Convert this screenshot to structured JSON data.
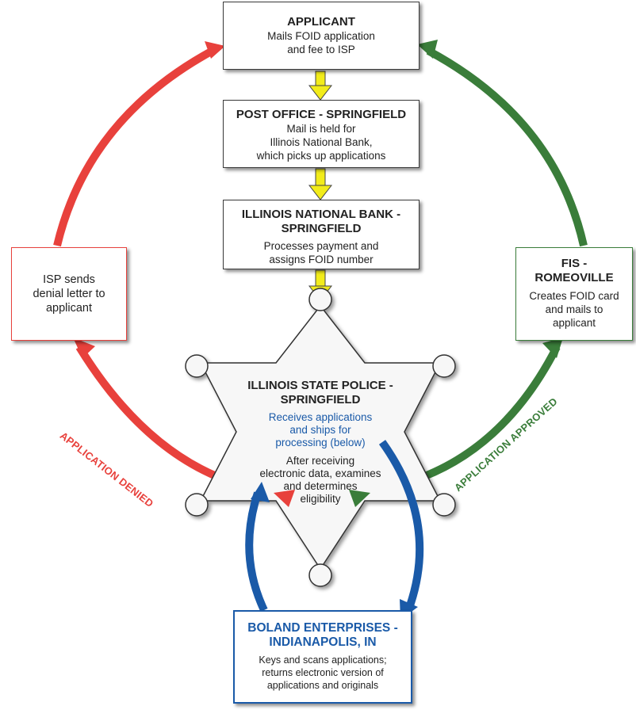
{
  "boxes": {
    "applicant": {
      "title": "APPLICANT",
      "line1": "Mails FOID application",
      "line2": "and fee to ISP"
    },
    "post_office": {
      "title": "POST OFFICE - SPRINGFIELD",
      "line1": "Mail is held for",
      "line2": "Illinois National Bank,",
      "line3": "which picks up applications"
    },
    "bank": {
      "title1": "ILLINOIS NATIONAL BANK -",
      "title2": "SPRINGFIELD",
      "line1": "Processes payment and",
      "line2": "assigns FOID number"
    },
    "isp_denial": {
      "line1": "ISP sends",
      "line2": "denial letter to",
      "line3": "applicant"
    },
    "fis": {
      "title1": "FIS -",
      "title2": "ROMEOVILLE",
      "line1": "Creates FOID card",
      "line2": "and mails to",
      "line3": "applicant"
    },
    "boland": {
      "title1": "BOLAND ENTERPRISES -",
      "title2": "INDIANAPOLIS, IN",
      "line1": "Keys and scans applications;",
      "line2": "returns electronic version of",
      "line3": "applications and originals"
    }
  },
  "star": {
    "title1": "ILLINOIS STATE POLICE -",
    "title2": "SPRINGFIELD",
    "blue1": "Receives applications",
    "blue2": "and ships for",
    "blue3": "processing (below)",
    "dark1": "After receiving",
    "dark2": "electronic data, examines",
    "dark3": "and determines",
    "dark4": "eligibility"
  },
  "labels": {
    "denied": "APPLICATION DENIED",
    "approved": "APPLICATION APPROVED"
  },
  "colors": {
    "red": "#e8413c",
    "green": "#3a7d3a",
    "blue": "#1a5aa8",
    "yellow": "#f2ec1a"
  }
}
